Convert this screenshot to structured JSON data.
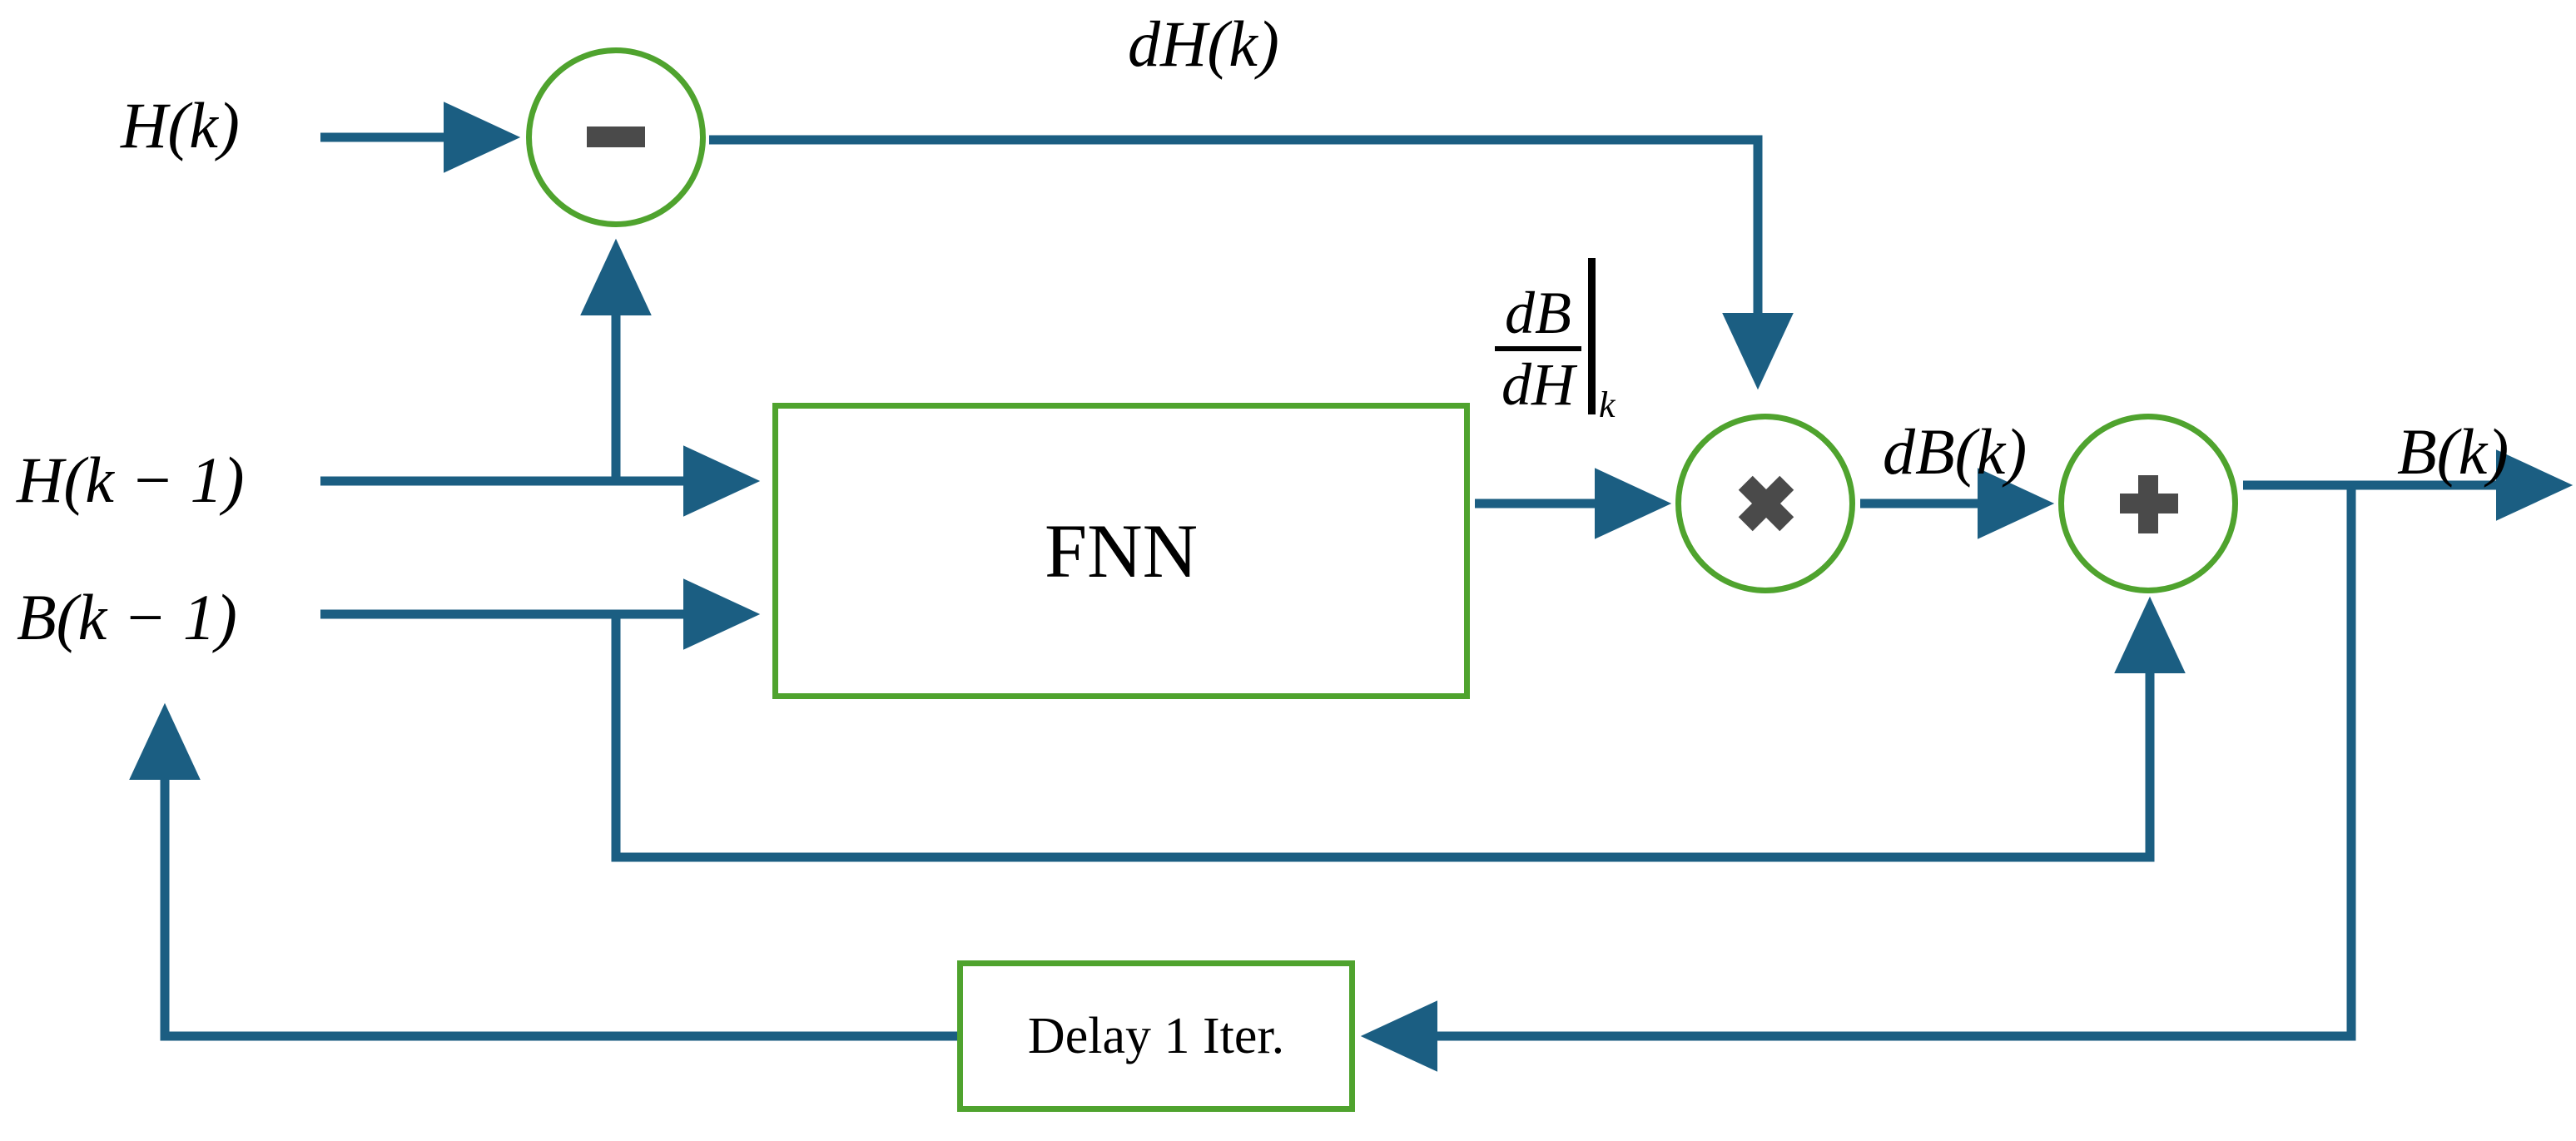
{
  "diagram": {
    "title": "FNN-based differential B-H model block diagram",
    "colors": {
      "wire": "#1B5E82",
      "block_border": "#4FA32E",
      "operator_glyph": "#4A4A4A",
      "text": "#000000",
      "background": "#FFFFFF"
    }
  },
  "labels": {
    "input_h_k": "H(k)",
    "input_h_k_minus_1": "H(k − 1)",
    "input_b_k_minus_1": "B(k − 1)",
    "signal_dh_k": "dH(k)",
    "signal_db_k": "dB(k)",
    "output_b_k": "B(k)"
  },
  "derivative": {
    "numerator": "dB",
    "denominator": "dH",
    "evaluated_at": "k"
  },
  "blocks": [
    {
      "id": "fnn",
      "label": "FNN",
      "shape": "rectangle"
    },
    {
      "id": "delay",
      "label": "Delay 1 Iter.",
      "shape": "rectangle"
    }
  ],
  "operators": [
    {
      "id": "subtract",
      "glyph": "minus-icon",
      "symbol": "−"
    },
    {
      "id": "multiply",
      "glyph": "multiply-icon",
      "symbol": "×"
    },
    {
      "id": "add",
      "glyph": "plus-icon",
      "symbol": "+"
    }
  ],
  "connections": [
    {
      "from": "H(k)",
      "to": "subtract"
    },
    {
      "from": "H(k − 1)",
      "to": "subtract"
    },
    {
      "from": "H(k − 1)",
      "to": "FNN"
    },
    {
      "from": "B(k − 1)",
      "to": "FNN"
    },
    {
      "from": "subtract",
      "to": "multiply",
      "label": "dH(k)"
    },
    {
      "from": "FNN",
      "to": "multiply",
      "label": "dB/dH|k"
    },
    {
      "from": "multiply",
      "to": "add",
      "label": "dB(k)"
    },
    {
      "from": "add",
      "to": "output",
      "label": "B(k)"
    },
    {
      "from": "B(k)",
      "to": "Delay 1 Iter."
    },
    {
      "from": "Delay 1 Iter.",
      "to": "B(k − 1)"
    },
    {
      "from": "B(k − 1) branch",
      "to": "add"
    }
  ]
}
